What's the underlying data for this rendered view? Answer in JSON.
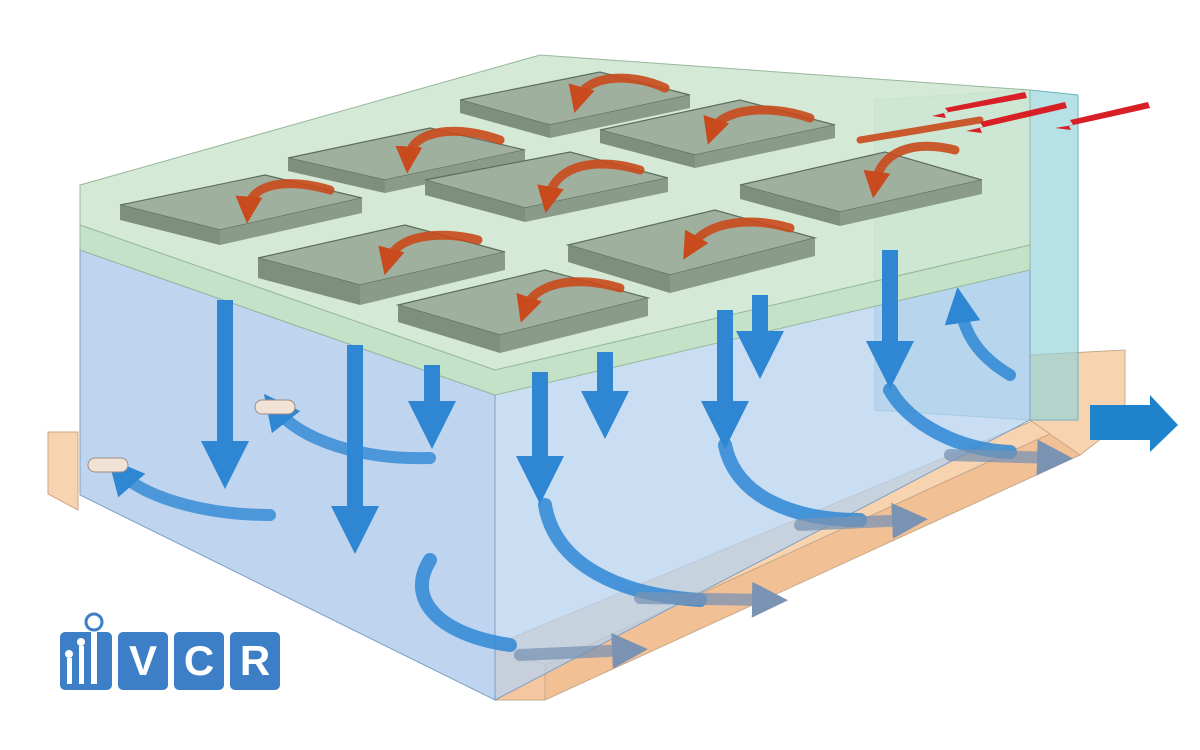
{
  "diagram": {
    "kind": "cleanroom laminar airflow (isometric)",
    "colors": {
      "ceiling_plenum": "#cfe8d2",
      "room_volume": "#a9c6ea",
      "filter_panel": "#9fb09f",
      "return_duct": "#8fd3da",
      "floor_plenum": "#f7d3b0",
      "airflow_down": "#2f87d4",
      "airflow_in": "#d81f26",
      "airflow_filter": "#c94a1c"
    },
    "filter_panel_count": 9,
    "icons": [
      "supply-air-arrows",
      "filter-swirl-arrows",
      "downflow-arrows",
      "return-flow-arrows",
      "exhaust-arrow"
    ]
  },
  "logo": {
    "text": "VCR",
    "letters": [
      "V",
      "C",
      "R"
    ],
    "color": "#3d7fc7"
  }
}
